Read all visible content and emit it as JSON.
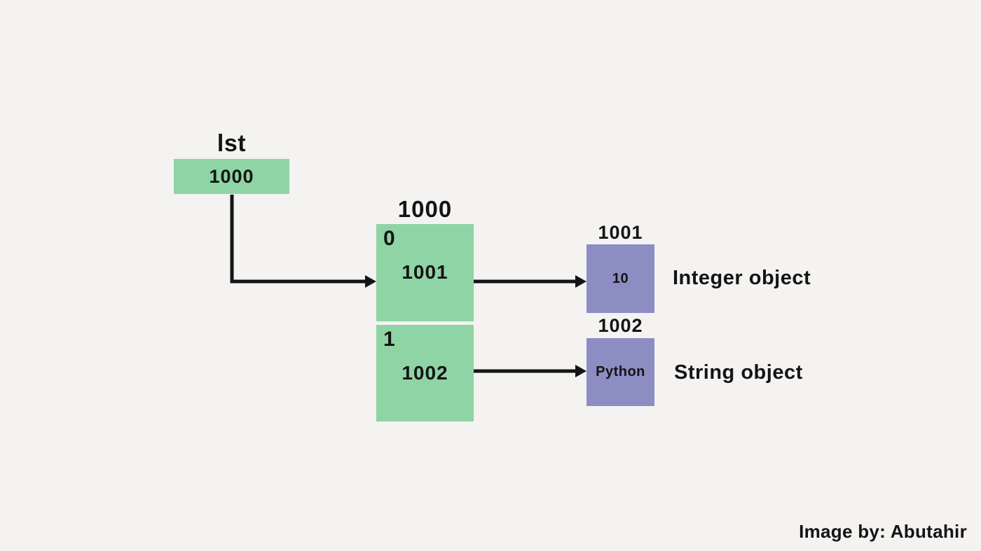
{
  "colors": {
    "background": "#f4f3f1",
    "list_green": "#8fd4a5",
    "object_purple": "#8c8dc3",
    "ink": "#141414"
  },
  "pointer": {
    "label": "lst",
    "value": "1000"
  },
  "list": {
    "address": "1000",
    "cells": [
      {
        "index": "0",
        "value": "1001"
      },
      {
        "index": "1",
        "value": "1002"
      }
    ]
  },
  "objects": [
    {
      "address": "1001",
      "value": "10",
      "type_label": "Integer object"
    },
    {
      "address": "1002",
      "value": "Python",
      "type_label": "String object"
    }
  ],
  "credit": "Image by: Abutahir"
}
